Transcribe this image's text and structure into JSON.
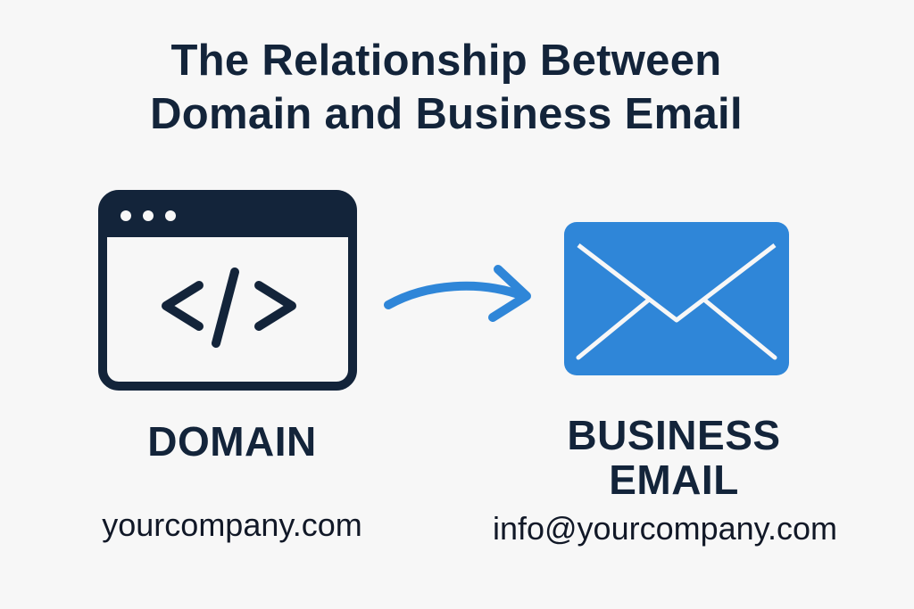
{
  "title": {
    "line1": "The Relationship Between",
    "line2": "Domain and Business Email"
  },
  "domain": {
    "label": "DOMAIN",
    "value": "yourcompany.com",
    "icon": "browser-code-icon"
  },
  "arrow": {
    "icon": "curved-arrow-right-icon"
  },
  "email": {
    "label_line1": "BUSINESS",
    "label_line2": "EMAIL",
    "value": "info@yourcompany.com",
    "icon": "envelope-icon"
  },
  "colors": {
    "navy": "#13243a",
    "blue": "#2f86d8",
    "background": "#f7f7f7"
  }
}
